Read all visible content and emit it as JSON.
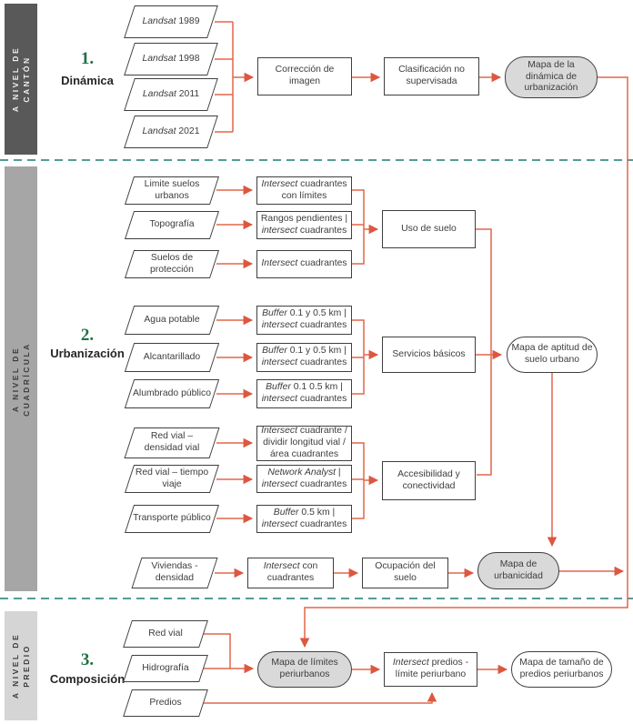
{
  "title": "Diagrama metodológico de urbanización (flujo de tres niveles)",
  "colors": {
    "connector": "#E2674B",
    "arrowhead": "#DD5740",
    "divider_dashed": "#3A8E82",
    "section_number": "#1F7145",
    "sidebar_canton": "#595959",
    "sidebar_cuadricula": "#A6A6A6",
    "sidebar_predio": "#D5D5D5",
    "node_border": "#3F3F3F",
    "result_fill": "#D9D9D9"
  },
  "sections": {
    "canton": {
      "sidebar_line1": "A NIVEL DE",
      "sidebar_line2": "CANTÓN",
      "number": "1.",
      "title": "Dinámica"
    },
    "cuadricula": {
      "sidebar_line1": "A NIVEL DE",
      "sidebar_line2": "CUADRÍCULA",
      "number": "2.",
      "title": "Urbanización"
    },
    "predio": {
      "sidebar_line1": "A NIVEL DE",
      "sidebar_line2": "PREDIO",
      "number": "3.",
      "title": "Composición"
    }
  },
  "nodes": {
    "landsat_1989": {
      "label": [
        {
          "t": "Landsat",
          "i": true
        },
        {
          "t": " 1989"
        }
      ]
    },
    "landsat_1998": {
      "label": [
        {
          "t": "Landsat",
          "i": true
        },
        {
          "t": " 1998"
        }
      ]
    },
    "landsat_2011": {
      "label": [
        {
          "t": "Landsat",
          "i": true
        },
        {
          "t": " 2011"
        }
      ]
    },
    "landsat_2021": {
      "label": [
        {
          "t": "Landsat",
          "i": true
        },
        {
          "t": " 2021"
        }
      ]
    },
    "correccion": {
      "label": [
        {
          "t": "Corrección de imagen"
        }
      ]
    },
    "clasificacion": {
      "label": [
        {
          "t": "Clasificación no supervisada"
        }
      ]
    },
    "mapa_dinamica": {
      "label": [
        {
          "t": "Mapa de la dinámica de urbanización"
        }
      ]
    },
    "limite_suelos": {
      "label": [
        {
          "t": "Limite suelos urbanos"
        }
      ]
    },
    "topografia": {
      "label": [
        {
          "t": "Topografía"
        }
      ]
    },
    "suelos_proteccion": {
      "label": [
        {
          "t": "Suelos de protección"
        }
      ]
    },
    "op_intersect_limites": {
      "label": [
        {
          "t": "Intersect",
          "i": true
        },
        {
          "t": " cuadrantes con límites"
        }
      ]
    },
    "op_rangos": {
      "label": [
        {
          "t": "Rangos pendientes | "
        },
        {
          "t": "intersect",
          "i": true
        },
        {
          "t": " cuadrantes"
        }
      ]
    },
    "op_intersect_cuad": {
      "label": [
        {
          "t": "Intersect",
          "i": true
        },
        {
          "t": " cuadrantes"
        }
      ]
    },
    "uso_suelo": {
      "label": [
        {
          "t": "Uso de suelo"
        }
      ]
    },
    "agua_potable": {
      "label": [
        {
          "t": "Agua potable"
        }
      ]
    },
    "alcantarillado": {
      "label": [
        {
          "t": "Alcantarillado"
        }
      ]
    },
    "alumbrado": {
      "label": [
        {
          "t": "Alumbrado público"
        }
      ]
    },
    "op_buffer_agua": {
      "label": [
        {
          "t": "Buffer",
          "i": true
        },
        {
          "t": " 0.1 y 0.5 km | "
        },
        {
          "t": "intersect",
          "i": true
        },
        {
          "t": " cuadrantes"
        }
      ]
    },
    "op_buffer_alc": {
      "label": [
        {
          "t": "Buffer",
          "i": true
        },
        {
          "t": " 0.1 y 0.5 km | "
        },
        {
          "t": "intersect",
          "i": true
        },
        {
          "t": " cuadrantes"
        }
      ]
    },
    "op_buffer_alum": {
      "label": [
        {
          "t": "Buffer",
          "i": true
        },
        {
          "t": " 0.1 0.5 km | "
        },
        {
          "t": "intersect",
          "i": true
        },
        {
          "t": " cuadrantes"
        }
      ]
    },
    "servicios": {
      "label": [
        {
          "t": "Servicios básicos"
        }
      ]
    },
    "mapa_aptitud": {
      "label": [
        {
          "t": "Mapa de aptitud de suelo urbano"
        }
      ]
    },
    "red_vial_densidad": {
      "label": [
        {
          "t": "Red vial – densidad vial"
        }
      ]
    },
    "red_vial_tiempo": {
      "label": [
        {
          "t": "Red vial – tiempo viaje"
        }
      ]
    },
    "transporte": {
      "label": [
        {
          "t": "Transporte público"
        }
      ]
    },
    "op_intersect_dividir": {
      "label": [
        {
          "t": "Intersect",
          "i": true
        },
        {
          "t": " cuadrante / dividir longitud vial / área cuadrantes"
        }
      ]
    },
    "op_network": {
      "label": [
        {
          "t": "Network Analyst",
          "i": true
        },
        {
          "t": " | "
        },
        {
          "t": "intersect",
          "i": true
        },
        {
          "t": " cuadrantes"
        }
      ]
    },
    "op_buffer_05": {
      "label": [
        {
          "t": "Buffer",
          "i": true
        },
        {
          "t": " 0.5 km | "
        },
        {
          "t": "intersect",
          "i": true
        },
        {
          "t": " cuadrantes"
        }
      ]
    },
    "accesibilidad": {
      "label": [
        {
          "t": "Accesibilidad y conectividad"
        }
      ]
    },
    "viviendas": {
      "label": [
        {
          "t": "Viviendas - densidad"
        }
      ]
    },
    "op_intersect_con": {
      "label": [
        {
          "t": "Intersect",
          "i": true
        },
        {
          "t": " con cuadrantes"
        }
      ]
    },
    "ocupacion": {
      "label": [
        {
          "t": "Ocupación del suelo"
        }
      ]
    },
    "mapa_urbanicidad": {
      "label": [
        {
          "t": "Mapa de urbanicidad"
        }
      ]
    },
    "red_vial": {
      "label": [
        {
          "t": "Red vial"
        }
      ]
    },
    "hidrografia": {
      "label": [
        {
          "t": "Hidrografía"
        }
      ]
    },
    "predios": {
      "label": [
        {
          "t": "Predios"
        }
      ]
    },
    "mapa_limites": {
      "label": [
        {
          "t": "Mapa de límites periurbanos"
        }
      ]
    },
    "op_intersect_predios": {
      "label": [
        {
          "t": "Intersect",
          "i": true
        },
        {
          "t": " predios - límite periurbano"
        }
      ]
    },
    "mapa_tamano": {
      "label": [
        {
          "t": "Mapa de tamaño de predios periurbanos"
        }
      ]
    }
  }
}
